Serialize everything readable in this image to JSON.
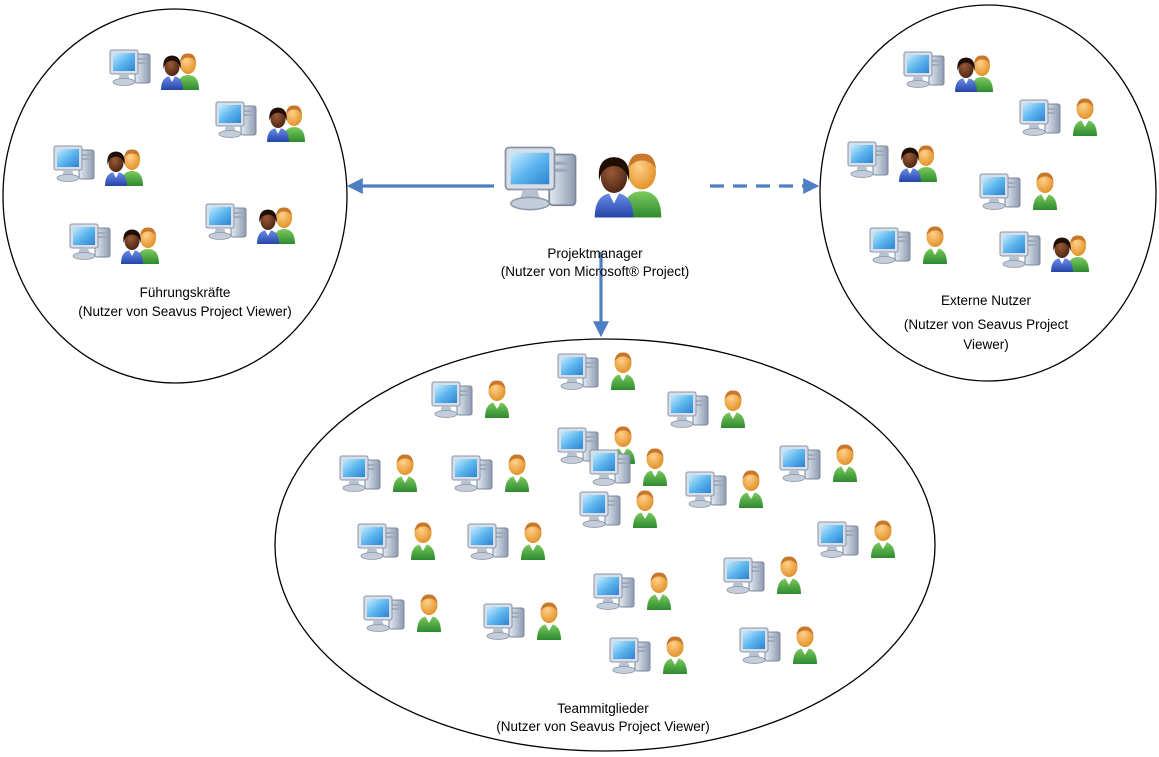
{
  "groups": [
    {
      "id": "fuehrungskraefte",
      "lines": [
        "Führungskräfte",
        "(Nutzer von Seavus Project Viewer)"
      ],
      "nodes": [
        {
          "type": "pair"
        },
        {
          "type": "pair"
        },
        {
          "type": "pair"
        },
        {
          "type": "pair"
        },
        {
          "type": "pair"
        }
      ]
    },
    {
      "id": "externe-nutzer",
      "lines": [
        "Externe Nutzer",
        "(Nutzer von Seavus Project",
        "Viewer)"
      ],
      "nodes": [
        {
          "type": "pair"
        },
        {
          "type": "single"
        },
        {
          "type": "pair"
        },
        {
          "type": "single"
        },
        {
          "type": "single"
        },
        {
          "type": "pair"
        }
      ]
    },
    {
      "id": "projektmanager",
      "lines": [
        "Projektmanager",
        "(Nutzer von Microsoft® Project)"
      ],
      "nodes": [
        {
          "type": "pair"
        }
      ]
    },
    {
      "id": "teammitglieder",
      "lines": [
        "Teammitglieder",
        "(Nutzer von Seavus Project Viewer)"
      ],
      "nodes": [
        {
          "type": "single"
        },
        {
          "type": "single"
        },
        {
          "type": "single"
        },
        {
          "type": "single"
        },
        {
          "type": "single"
        },
        {
          "type": "single"
        },
        {
          "type": "single"
        },
        {
          "type": "single"
        },
        {
          "type": "single"
        },
        {
          "type": "single"
        },
        {
          "type": "single"
        },
        {
          "type": "single"
        },
        {
          "type": "single"
        },
        {
          "type": "single"
        },
        {
          "type": "single"
        },
        {
          "type": "single"
        },
        {
          "type": "single"
        },
        {
          "type": "single"
        },
        {
          "type": "single"
        }
      ]
    }
  ],
  "connectors": [
    {
      "from": "projektmanager",
      "to": "fuehrungskraefte",
      "style": "solid"
    },
    {
      "from": "projektmanager",
      "to": "externe-nutzer",
      "style": "dashed"
    },
    {
      "from": "projektmanager",
      "to": "teammitglieder",
      "style": "solid"
    }
  ],
  "colors": {
    "arrow": "#4F7FC3",
    "ellipse_stroke": "#000000",
    "monitor_screen": "#5DB6EE",
    "monitor_frame": "#8A97AA",
    "person_orange_skin": "#F3A53C",
    "person_orange_body": "#3C9E3C",
    "person_dark_skin": "#6B3A22",
    "person_dark_body": "#3556B8"
  },
  "icons": {
    "computer": "computer-icon",
    "users_pair": "users-pair-icon",
    "user_single": "user-icon"
  }
}
